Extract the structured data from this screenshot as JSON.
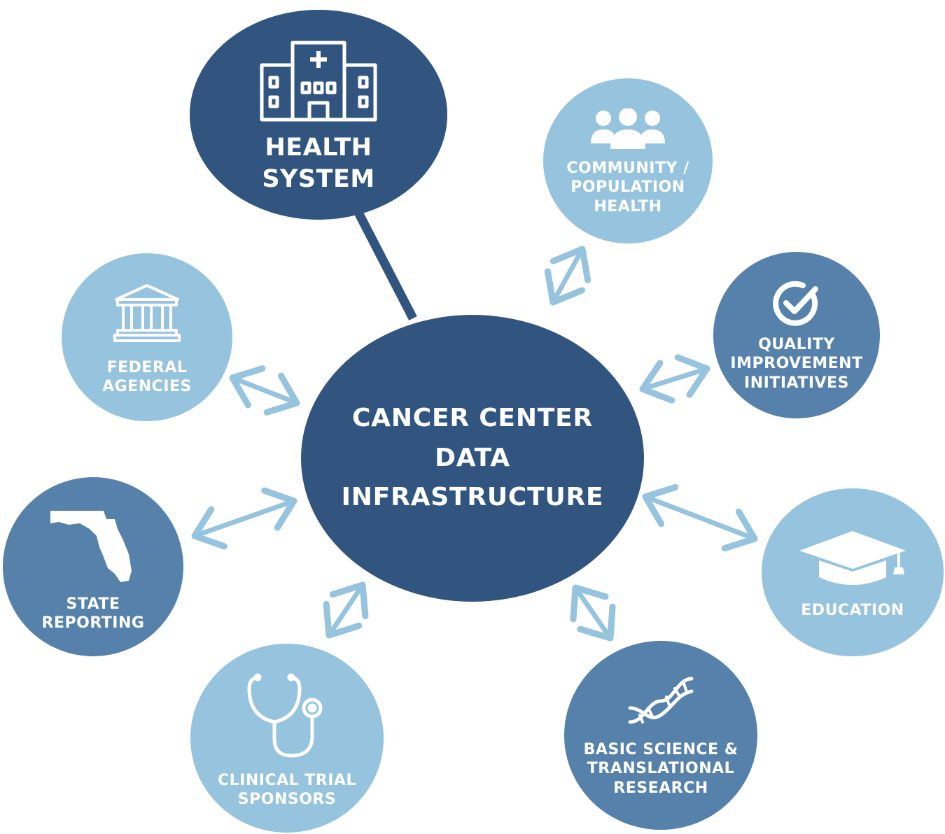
{
  "colors": {
    "dark": "#31557f",
    "mid": "#5581ab",
    "light": "#96c3dd",
    "arrow": "#96c3dd"
  },
  "center": {
    "lines": [
      "CANCER CENTER",
      "DATA",
      "INFRASTRUCTURE"
    ]
  },
  "health_system": {
    "lines": [
      "HEALTH",
      "SYSTEM"
    ],
    "icon": "hospital-icon"
  },
  "community": {
    "lines": [
      "COMMUNITY /",
      "POPULATION",
      "HEALTH"
    ],
    "icon": "people-icon"
  },
  "quality": {
    "lines": [
      "QUALITY",
      "IMPROVEMENT",
      "INITIATIVES"
    ],
    "icon": "checkmark-circle-icon"
  },
  "education": {
    "lines": [
      "EDUCATION"
    ],
    "icon": "graduation-cap-icon"
  },
  "basic_science": {
    "lines": [
      "BASIC SCIENCE &",
      "TRANSLATIONAL",
      "RESEARCH"
    ],
    "icon": "dna-icon"
  },
  "clinical_trial": {
    "lines": [
      "CLINICAL TRIAL",
      "SPONSORS"
    ],
    "icon": "stethoscope-icon"
  },
  "state": {
    "lines": [
      "STATE",
      "REPORTING"
    ],
    "icon": "florida-map-icon"
  },
  "federal": {
    "lines": [
      "FEDERAL",
      "AGENCIES"
    ],
    "icon": "government-building-icon"
  }
}
